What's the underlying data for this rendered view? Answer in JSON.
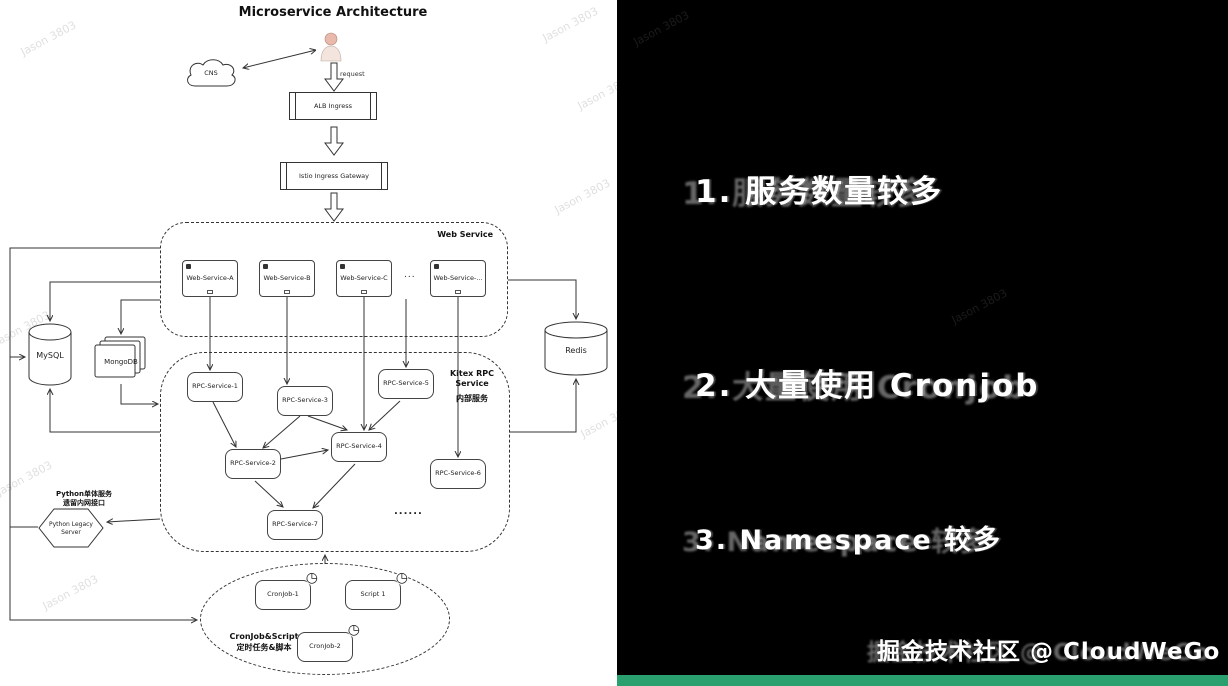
{
  "diagram": {
    "title": "Microservice Architecture",
    "request_label": "request",
    "nodes": {
      "cns": "CNS",
      "alb": "ALB Ingress",
      "istio": "Istio Ingress Gateway",
      "web_group": "Web Service",
      "web_a": "Web-Service-A",
      "web_b": "Web-Service-B",
      "web_c": "Web-Service-C",
      "web_dots": "...",
      "web_last": "Web-Service-...",
      "mysql": "MySQL",
      "mongodb": "MongoDB",
      "redis": "Redis",
      "kitex_line1": "Kitex RPC Service",
      "kitex_line2": "内部服务",
      "rpc1": "RPC-Service-1",
      "rpc2": "RPC-Service-2",
      "rpc3": "RPC-Service-3",
      "rpc4": "RPC-Service-4",
      "rpc5": "RPC-Service-5",
      "rpc6": "RPC-Service-6",
      "rpc7": "RPC-Service-7",
      "rpc_dots": "......",
      "python_label_line1": "Python单体服务",
      "python_label_line2": "遗留内网接口",
      "python_node": "Python Legacy Server",
      "cron_label_line1": "CronJob&Script",
      "cron_label_line2": "定时任务&脚本",
      "cron1": "CronJob-1",
      "script1": "Script 1",
      "cron2": "CronJob-2"
    }
  },
  "panel": {
    "items": [
      "1. 服务数量较多",
      "2. 大量使用 Cronjob",
      "3. Namespace 较多"
    ],
    "footer": "掘金技术社区 @ CloudWeGo",
    "accent_color": "#2aa06e"
  },
  "icons": {
    "clock_glyph": "◷",
    "person_icon": "user-figure",
    "cloud_icon": "cloud-shape"
  },
  "watermark": "Jason 3803"
}
